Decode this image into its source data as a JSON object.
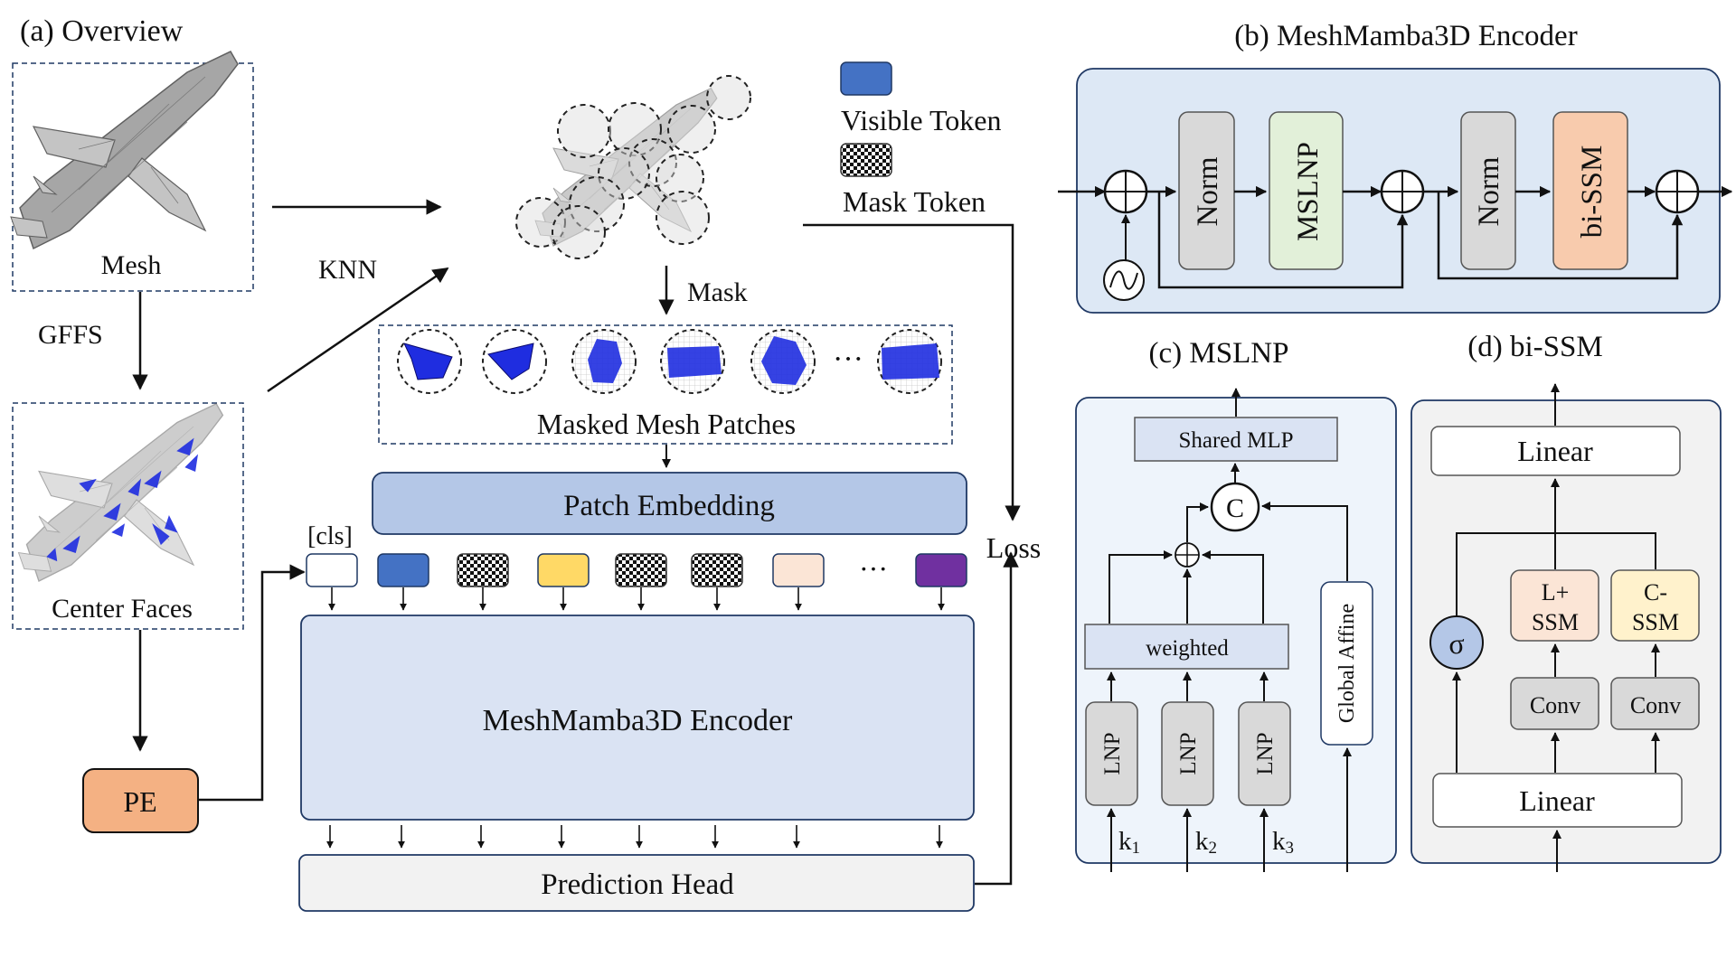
{
  "overview": {
    "title": "(a) Overview",
    "mesh_label": "Mesh",
    "gffs_label": "GFFS",
    "center_faces_label": "Center Faces",
    "knn_label": "KNN",
    "mask_label": "Mask",
    "legend": {
      "visible": "Visible Token",
      "mask": "Mask Token"
    },
    "masked_patches_label": "Masked Mesh Patches",
    "patch_embedding_label": "Patch Embedding",
    "cls_label": "[cls]",
    "ellipsis": "···",
    "patch_ellipsis": "···",
    "encoder_label": "MeshMamba3D Encoder",
    "prediction_head_label": "Prediction Head",
    "pe_label": "PE",
    "loss_label": "Loss",
    "token_colors": [
      "#ffffff",
      "#4472c4",
      "checker",
      "#ffd966",
      "checker",
      "checker",
      "#fbe5d6",
      "#7030a0"
    ]
  },
  "encoder_block": {
    "title": "(b) MeshMamba3D Encoder",
    "norm1": "Norm",
    "mslnp": "MSLNP",
    "norm2": "Norm",
    "bissm": "bi-SSM"
  },
  "mslnp": {
    "title": "(c) MSLNP",
    "shared_mlp": "Shared MLP",
    "concat": "C",
    "weighted": "weighted",
    "global_affine": "Global Affine",
    "lnp1": "LNP",
    "lnp2": "LNP",
    "lnp3": "LNP",
    "k1": "k",
    "k1_sub": "1",
    "k2": "k",
    "k2_sub": "2",
    "k3": "k",
    "k3_sub": "3"
  },
  "bissm": {
    "title": "(d) bi-SSM",
    "linear_top": "Linear",
    "linear_bottom": "Linear",
    "sigma": "σ",
    "lssm_line1": "L+",
    "lssm_line2": "SSM",
    "cssm_line1": "C-",
    "cssm_line2": "SSM",
    "conv1": "Conv",
    "conv2": "Conv"
  },
  "colors": {
    "mesh_gray": "#b0b0b0",
    "visible_blue": "#4472c4",
    "face_blue": "#1f2de0",
    "patch_embed_fill": "#b4c7e7",
    "encoder_fill": "#dae3f3",
    "encoder_panel": "#dde8f5",
    "norm_fill": "#d9d9d9",
    "mslnp_fill": "#e2f0d9",
    "bissm_fill": "#f8cbad",
    "pe_fill": "#f4b183",
    "mslnp_panel": "#eef4fb",
    "bissm_panel": "#f2f2f2",
    "lssm_fill": "#fbe5d6",
    "cssm_fill": "#fff2cc",
    "sigma_fill": "#b4c7e7"
  }
}
